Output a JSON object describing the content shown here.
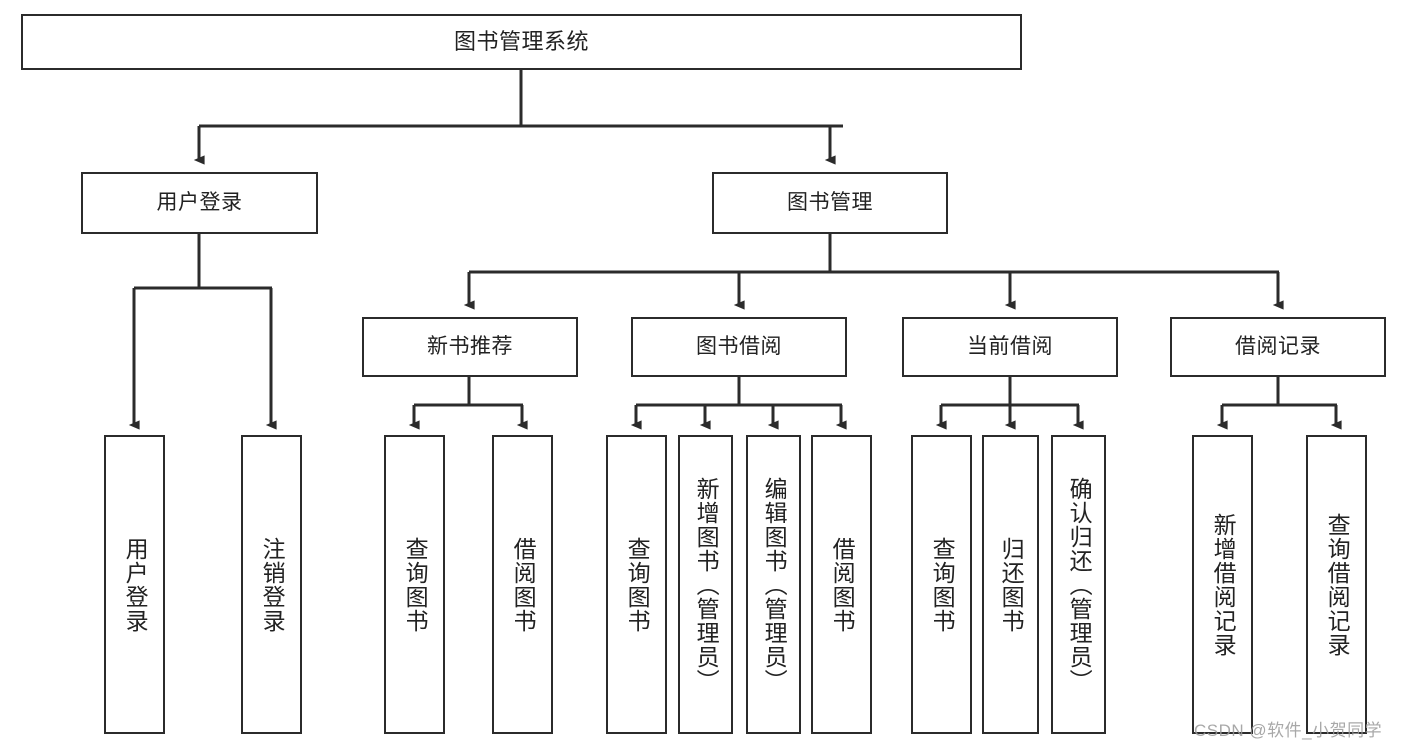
{
  "diagram": {
    "title": "图书管理系统",
    "type": "hierarchy-tree",
    "watermark": "CSDN @软件_小贺同学",
    "colors": {
      "box_border": "#2b2b2b",
      "box_fill": "#ffffff",
      "connector": "#2b2b2b",
      "text": "#222222",
      "watermark": "#9a9a9a"
    },
    "nodes": {
      "root": {
        "label": "图书管理系统"
      },
      "level2": [
        {
          "label": "用户登录"
        },
        {
          "label": "图书管理"
        }
      ],
      "level3": [
        {
          "label": "新书推荐"
        },
        {
          "label": "图书借阅"
        },
        {
          "label": "当前借阅"
        },
        {
          "label": "借阅记录"
        }
      ],
      "leaves": [
        {
          "label": "用户登录"
        },
        {
          "label": "注销登录"
        },
        {
          "label": "查询图书"
        },
        {
          "label": "借阅图书"
        },
        {
          "label": "查询图书"
        },
        {
          "label": "新增图书（管理员）"
        },
        {
          "label": "编辑图书（管理员）"
        },
        {
          "label": "借阅图书"
        },
        {
          "label": "查询图书"
        },
        {
          "label": "归还图书"
        },
        {
          "label": "确认归还（管理员）"
        },
        {
          "label": "新增借阅记录"
        },
        {
          "label": "查询借阅记录"
        }
      ]
    }
  }
}
